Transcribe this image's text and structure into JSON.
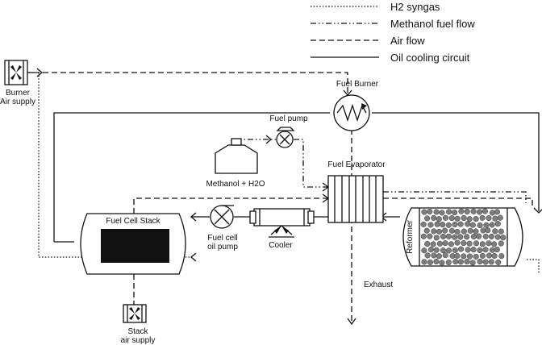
{
  "legend": [
    {
      "label": "H2 syngas",
      "style": "dotted"
    },
    {
      "label": "Methanol fuel flow",
      "style": "dash-dot"
    },
    {
      "label": "Air flow",
      "style": "dashed"
    },
    {
      "label": "Oil cooling circuit",
      "style": "solid"
    }
  ],
  "components": {
    "burner_air_supply": "Burner\nAir supply",
    "fuel_burner": "Fuel Burner",
    "fuel_pump": "Fuel pump",
    "methanol_tank": "Methanol + H2O",
    "fuel_evaporator": "Fuel Evaporator",
    "fuel_cell_stack": "Fuel Cell Stack",
    "fuel_cell_oil_pump": "Fuel cell\noil pump",
    "cooler": "Cooler",
    "reformer": "Reformer",
    "exhaust": "Exhaust",
    "stack_air_supply": "Stack\nair supply"
  },
  "colors": {
    "line": "#111111",
    "stack_core": "#111111",
    "catalyst_pellet": "#7d7d7d"
  }
}
